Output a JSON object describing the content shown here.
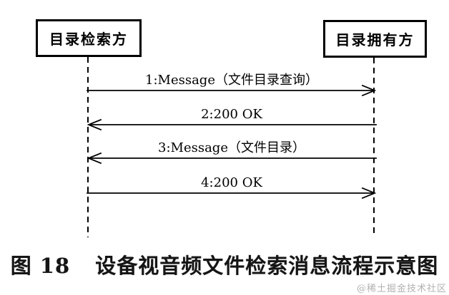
{
  "diagram": {
    "type": "sequence-diagram",
    "actors": [
      {
        "id": "retriever",
        "label": "目录检索方"
      },
      {
        "id": "owner",
        "label": "目录拥有方"
      }
    ],
    "messages": [
      {
        "seq": 1,
        "label": "1:Message（文件目录查询）",
        "from": "目录检索方",
        "to": "目录拥有方",
        "direction": "right"
      },
      {
        "seq": 2,
        "label": "2:200 OK",
        "from": "目录拥有方",
        "to": "目录检索方",
        "direction": "left"
      },
      {
        "seq": 3,
        "label": "3:Message（文件目录）",
        "from": "目录拥有方",
        "to": "目录检索方",
        "direction": "left"
      },
      {
        "seq": 4,
        "label": "4:200 OK",
        "from": "目录检索方",
        "to": "目录拥有方",
        "direction": "right"
      }
    ]
  },
  "caption": {
    "figure_label": "图 18",
    "title": "设备视音频文件检索消息流程示意图"
  },
  "watermark": "@稀土掘金技术社区",
  "colors": {
    "background": "#ffffff",
    "line": "#000000",
    "caption_text": "#151515",
    "watermark_text": "#b3b0b0"
  }
}
